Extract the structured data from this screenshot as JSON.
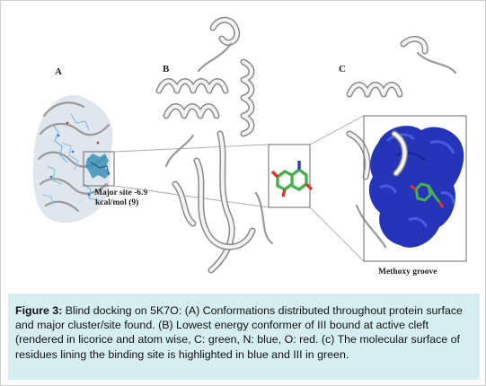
{
  "figure": {
    "panel_labels": {
      "a": "A",
      "b": "B",
      "c": "C"
    },
    "annotations": {
      "major_site_line1": "Major site -6.9",
      "major_site_line2": "kcal/mol (9)",
      "groove": "Methoxy groove"
    },
    "caption": {
      "lead": "Figure 3:",
      "text": " Blind docking on 5K7O: (A) Conformations distributed throughout protein surface and major cluster/site found. (B) Lowest energy conformer of III bound at active cleft (rendered in licorice and atom wise, C: green, N: blue, O: red. (c) The molecular surface of residues lining the binding site is highlighted in blue and III in green."
    },
    "colors": {
      "caption_background": "#d6eef0",
      "ribbon": "#bdbdbd",
      "surface": "#2534b8",
      "ligand_carbon": "#46b04a",
      "nitrogen": "#2d3ccf",
      "oxygen": "#d63a2a"
    }
  }
}
